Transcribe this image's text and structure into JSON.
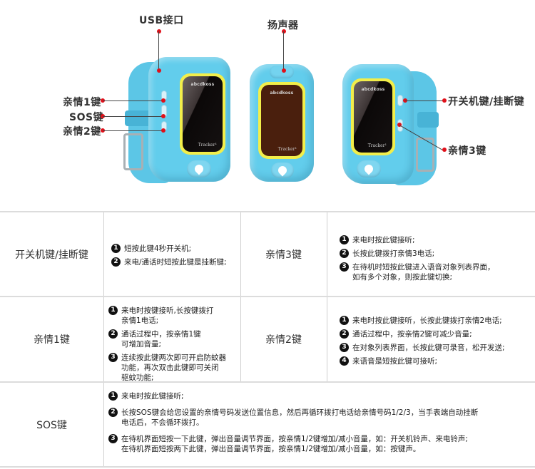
{
  "callouts": {
    "usb": "USB接口",
    "speaker": "扬声器",
    "family1": "亲情1键",
    "sos": "SOS键",
    "family2": "亲情2键",
    "power": "开关机键/挂断键",
    "family3": "亲情3键"
  },
  "watch": {
    "brand": "abcdkoss",
    "model": "Tracker¹"
  },
  "colors": {
    "watch_body": "#62cdec",
    "bezel": "#f2ee4a",
    "callout_dot": "#e0101a",
    "table_border": "#dcdcdc"
  },
  "table": {
    "rows": [
      {
        "left": {
          "key": "开关机键/挂断键",
          "items": [
            "短按此键4秒开关机;",
            "来电/通话时短按此键是挂断键;"
          ]
        },
        "right": {
          "key": "亲情3键",
          "items": [
            "来电时按此键接听;",
            "长按此键拨打亲情3电话;",
            "在待机时短按此键进入语音对象列表界面，\n如有多个对象，则按此键切换;"
          ]
        }
      },
      {
        "left": {
          "key": "亲情1键",
          "items": [
            "来电时按键接听,长按键拨打\n亲情1电话;",
            "通话过程中，按亲情1键\n可增加音量;",
            "连续按此键两次即可开启防蚊器\n功能，再次双击此键即可关闭\n驱蚊功能;"
          ]
        },
        "right": {
          "key": "亲情2键",
          "items": [
            "来电时按此键接听，长按此键拨打亲情2电话;",
            "通话过程中，按亲情2键可减少音量;",
            "在对象列表界面，长按此键可录音，松开发送;",
            "来语音是短按此键可接听;"
          ]
        }
      },
      {
        "left": {
          "key": "SOS键",
          "items": [
            "来电时按此键接听;",
            "长按SOS键会给您设置的亲情号码发送位置信息，然后再循环拨打电话给亲情号码1/2/3，当手表端自动挂断\n电话后，不会循环拨打。",
            "在待机界面短按一下此键，弹出音量调节界面，按亲情1/2键增加/减小音量，如：开关机铃声、来电铃声;\n在待机界面短按两下此键，弹出音量调节界面，按亲情1/2键增加/减小音量，如：按键声。"
          ]
        }
      }
    ],
    "numbers": [
      "1",
      "2",
      "3",
      "4"
    ]
  }
}
